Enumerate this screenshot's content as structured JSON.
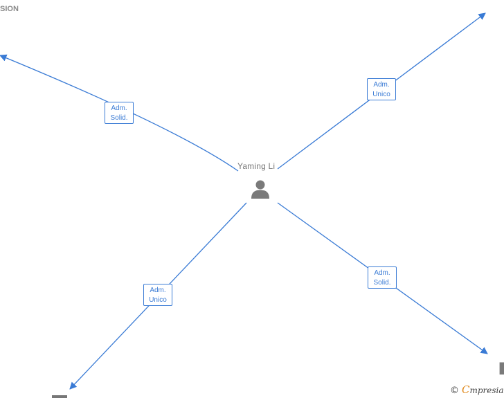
{
  "center_node": {
    "name": "Yaming Li",
    "icon": "person-icon"
  },
  "top_left_text": "SION",
  "edges": [
    {
      "id": "top-left",
      "role_line1": "Adm.",
      "role_line2": "Solid."
    },
    {
      "id": "top-right",
      "role_line1": "Adm.",
      "role_line2": "Unico"
    },
    {
      "id": "bottom-left",
      "role_line1": "Adm.",
      "role_line2": "Unico"
    },
    {
      "id": "bottom-right",
      "role_line1": "Adm.",
      "role_line2": "Solid."
    }
  ],
  "watermark": {
    "copyright": "©",
    "brand_first": "C",
    "brand_rest": "mpresia"
  },
  "colors": {
    "edge": "#3a7bd5",
    "label_text": "#3a7bd5",
    "node_text": "#777777",
    "brand_accent": "#e08a1e",
    "fragment_orange": "#e8743b"
  }
}
